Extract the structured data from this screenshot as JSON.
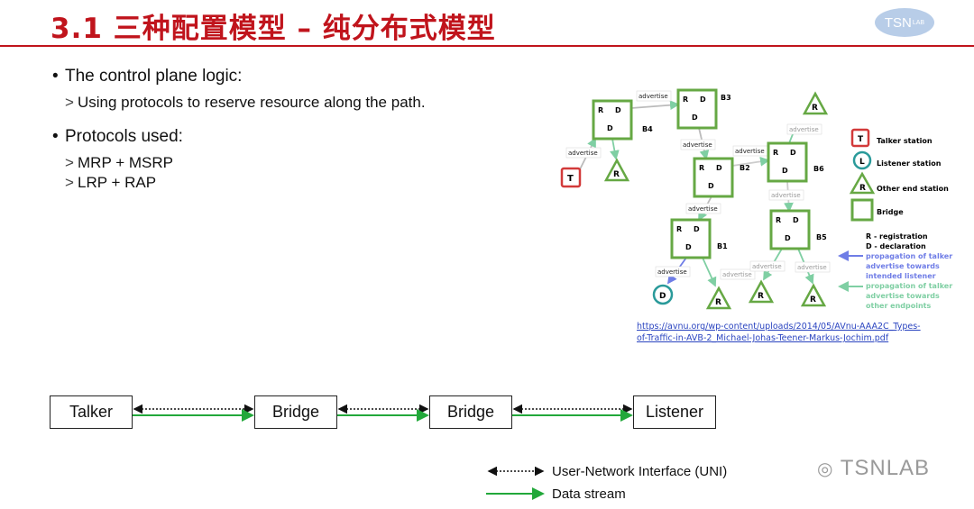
{
  "title": "3.1 三种配置模型 – 纯分布式模型",
  "logo": {
    "text": "TSN",
    "sub": "LAB"
  },
  "bullets": [
    {
      "text": "The control plane logic:",
      "subs": [
        "Using protocols to reserve resource along the path."
      ]
    },
    {
      "text": "Protocols used:",
      "subs": [
        "MRP + MSRP",
        "LRP + RAP"
      ]
    }
  ],
  "chain": {
    "nodes": [
      "Talker",
      "Bridge",
      "Bridge",
      "Listener"
    ],
    "colors": {
      "uni": "#111111",
      "stream": "#22a83a"
    }
  },
  "legend": {
    "uni": "User-Network Interface (UNI)",
    "stream": "Data stream"
  },
  "watermark": "TSNLAB",
  "figure": {
    "colors": {
      "bridge": "#66a844",
      "talker": "#d23a3a",
      "listener": "#2a9a9a",
      "propagation_listener": "#6f7de6",
      "propagation_other": "#7fcfa3"
    },
    "bridges": [
      "B4",
      "B3",
      "B2",
      "B6",
      "B1",
      "B5"
    ],
    "advertise": "advertise",
    "icon_talker": "T",
    "icon_listener": "L",
    "icon_listener_end": "D",
    "icon_other": "R",
    "reg": "R",
    "decl": "D",
    "legend": {
      "talker": "Talker station",
      "listener": "Listener station",
      "other": "Other end station",
      "bridge": "Bridge",
      "registration": "R - registration",
      "declaration": "D - declaration",
      "prop_listener": [
        "propagation of talker",
        "advertise towards",
        "intended listener"
      ],
      "prop_other": [
        "propagation of talker",
        "advertise towards",
        "other endpoints"
      ]
    },
    "url": [
      "https://avnu.org/wp-content/uploads/2014/05/AVnu-AAA2C_Types-",
      "of-Traffic-in-AVB-2_Michael-Johas-Teener-Markus-Jochim.pdf"
    ]
  }
}
